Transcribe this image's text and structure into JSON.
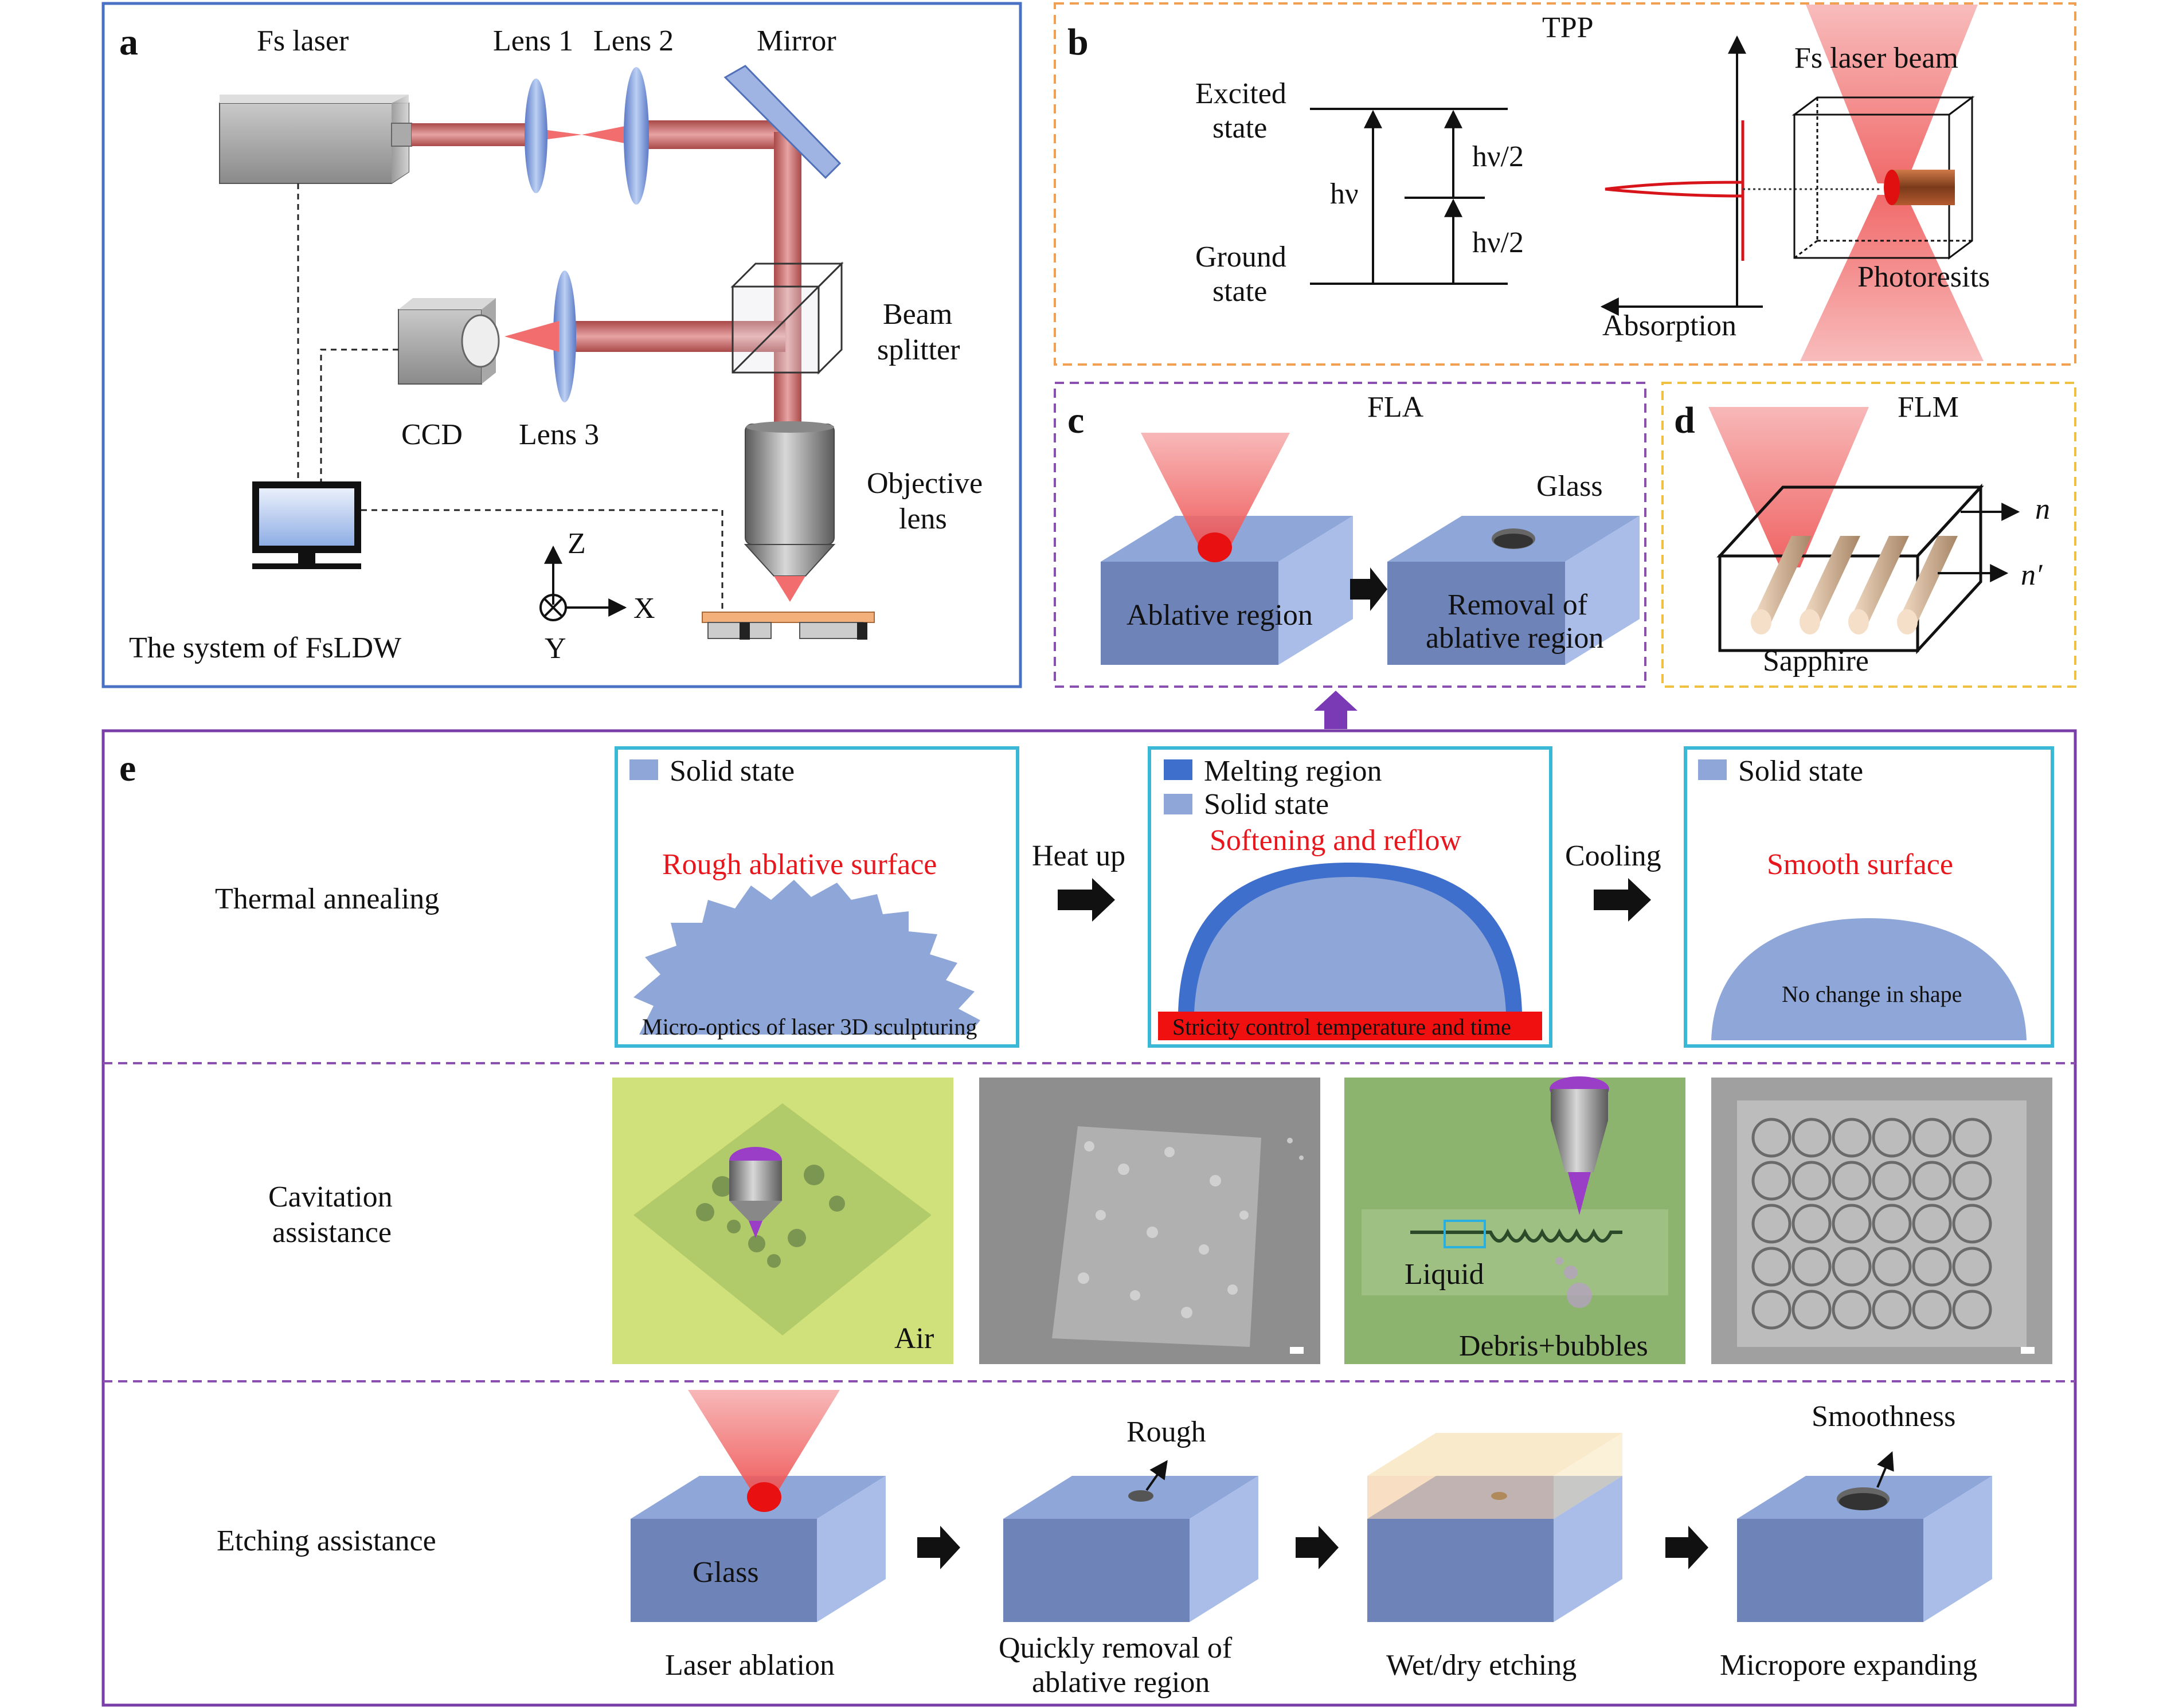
{
  "colors": {
    "panel_a_border": "#4a72c4",
    "panel_b_border": "#f0a050",
    "panel_c_border": "#8a4fb0",
    "panel_d_border": "#f0c040",
    "panel_e_border": "#7a3ea8",
    "inner_box_border": "#3ab8d6",
    "laser_red": "#f26d6d",
    "glass_blue": "#8fa6d8",
    "highlight_red": "#e8161d",
    "arrow_purple": "#7b3ab5"
  },
  "panel_a": {
    "letter": "a",
    "fs_laser": "Fs laser",
    "lens1": "Lens 1",
    "lens2": "Lens 2",
    "mirror": "Mirror",
    "beam_splitter_1": "Beam",
    "beam_splitter_2": "splitter",
    "ccd": "CCD",
    "lens3": "Lens 3",
    "objective_1": "Objective",
    "objective_2": "lens",
    "axis_z": "Z",
    "axis_x": "X",
    "axis_y": "Y",
    "system_label": "The system of FsLDW"
  },
  "panel_b": {
    "letter": "b",
    "title": "TPP",
    "excited_1": "Excited",
    "excited_2": "state",
    "ground_1": "Ground",
    "ground_2": "state",
    "hv": "hν",
    "hv_half_top": "hν/2",
    "hv_half_bottom": "hν/2",
    "beam_label": "Fs laser beam",
    "photoresist": "Photoresits",
    "absorption": "Absorption"
  },
  "panel_c": {
    "letter": "c",
    "title": "FLA",
    "glass": "Glass",
    "ablative_region": "Ablative region",
    "removal_1": "Removal of",
    "removal_2": "ablative region"
  },
  "panel_d": {
    "letter": "d",
    "title": "FLM",
    "n": "n",
    "n_prime": "n′",
    "sapphire": "Sapphire"
  },
  "panel_e": {
    "letter": "e",
    "thermal": {
      "row_label": "Thermal annealing",
      "box1_legend": "Solid state",
      "box1_title": "Rough ablative surface",
      "box1_caption": "Micro-optics of laser 3D sculpturing",
      "heat_up": "Heat up",
      "box2_legend_melt": "Melting region",
      "box2_legend_solid": "Solid state",
      "box2_title": "Softening and reflow",
      "box2_caption": "Stricity control temperature and time",
      "cooling": "Cooling",
      "box3_legend": "Solid state",
      "box3_title": "Smooth surface",
      "box3_caption": "No change in shape"
    },
    "cavitation": {
      "row_label_1": "Cavitation",
      "row_label_2": "assistance",
      "air": "Air",
      "liquid": "Liquid",
      "debris": "Debris+bubbles"
    },
    "etching": {
      "row_label": "Etching assistance",
      "glass": "Glass",
      "rough": "Rough",
      "smoothness": "Smoothness",
      "step1": "Laser ablation",
      "step2_1": "Quickly removal of",
      "step2_2": "ablative region",
      "step3": "Wet/dry etching",
      "step4": "Micropore expanding"
    }
  }
}
